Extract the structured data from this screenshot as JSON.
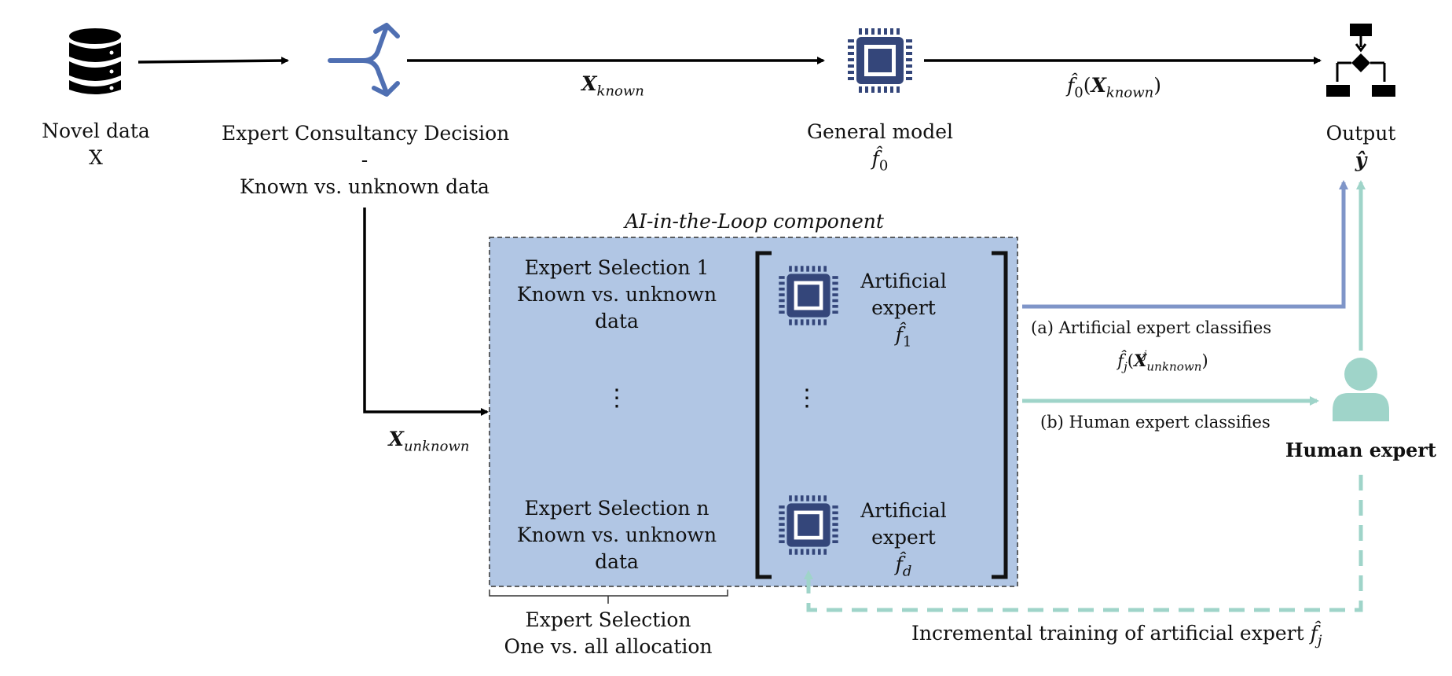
{
  "nodes": {
    "novel_data": {
      "title": "Novel data",
      "sub": "X"
    },
    "consultancy": {
      "title": "Expert Consultancy Decision",
      "dash": "-",
      "sub": "Known vs. unknown data"
    },
    "general_model": {
      "title": "General model",
      "sub": "f̂",
      "sub_index": "0"
    },
    "output": {
      "title": "Output",
      "sub": "ŷ"
    },
    "human_expert": {
      "title": "Human expert"
    }
  },
  "edges": {
    "x_known": {
      "symbol": "X",
      "sub": "known"
    },
    "f0_known": {
      "prefix": "f̂",
      "index": "0",
      "open": "(",
      "symbol": "X",
      "sub": "known",
      "close": ")"
    },
    "x_unknown": {
      "symbol": "X",
      "sub": "unknown"
    },
    "artificial_classifies": {
      "text": "(a)  Artificial expert classifies"
    },
    "fj_unknown": {
      "prefix": "f̂",
      "index": "j",
      "open": "(",
      "symbol": "X",
      "sup": "j",
      "sub": "unknown",
      "close": ")"
    },
    "human_classifies": {
      "text": "(b) Human expert classifies"
    },
    "incremental": {
      "text": "Incremental training of artificial expert ",
      "symbol": "f̂",
      "index": "j"
    }
  },
  "component": {
    "title": "AI-in-the-Loop component",
    "selection_1": {
      "title": "Expert Selection 1",
      "line1": "Known vs. unknown",
      "line2": "data"
    },
    "selection_n": {
      "title": "Expert Selection n",
      "line1": "Known vs. unknown",
      "line2": "data"
    },
    "expert_1": {
      "line1": "Artificial",
      "line2": "expert",
      "symbol": "f̂",
      "index": "1"
    },
    "expert_d": {
      "line1": "Artificial",
      "line2": "expert",
      "symbol": "f̂",
      "index": "d"
    },
    "dots": "⋮"
  },
  "brace": {
    "title": "Expert Selection",
    "sub": "One vs. all allocation"
  },
  "colors": {
    "box_fill": "#b1c6e4",
    "chip": "#34467a",
    "arrow_black": "#000000",
    "arrow_blue": "#7f95c8",
    "arrow_teal": "#9fd4c9",
    "split_icon": "#4f6fb2"
  },
  "icons": [
    "database-icon",
    "split-arrow-icon",
    "chip-icon",
    "flowchart-icon",
    "person-icon"
  ]
}
